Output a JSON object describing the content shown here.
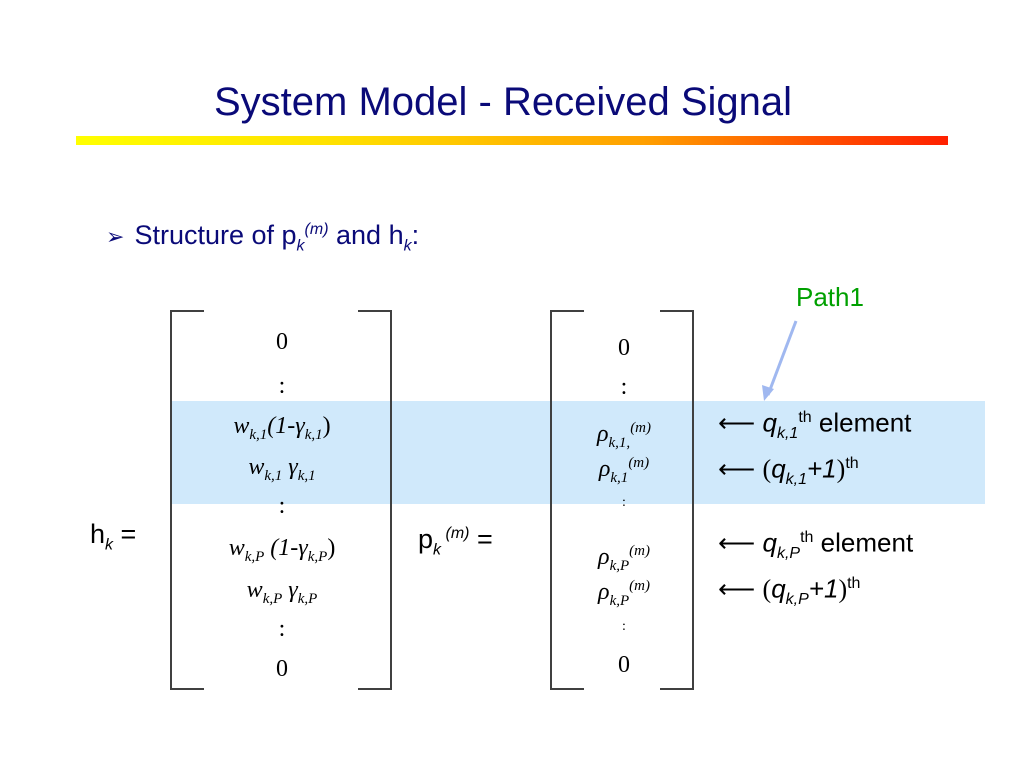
{
  "title": "System Model - Received Signal",
  "bullet": {
    "arrow": "➢",
    "text_before": "Structure of p",
    "p_sub": "k",
    "p_sup": "(m)",
    "text_mid": " and h",
    "h_sub": "k",
    "text_after": ":"
  },
  "hk_label": {
    "base": "h",
    "sub": "k",
    "eq": " ="
  },
  "pk_label": {
    "base": "p",
    "sub": "k",
    "sup": "(m)",
    "eq": " ="
  },
  "path_label": "Path1",
  "h_vector": {
    "r0": "0",
    "r1": ":",
    "r2": {
      "w": "w",
      "ws": "k,1",
      "open": "(1-",
      "g": "γ",
      "gs": "k,1",
      "close": ")"
    },
    "r3": {
      "w": "w",
      "ws": "k,1",
      "g": " γ",
      "gs": "k,1"
    },
    "r4": ":",
    "r5": {
      "w": "w",
      "ws": "k,P",
      "open": " (1-",
      "g": "γ",
      "gs": "k,P",
      "close": ")"
    },
    "r6": {
      "w": "w",
      "ws": "k,P",
      "g": " γ",
      "gs": "k,P"
    },
    "r7": ":",
    "r8": "0"
  },
  "p_vector": {
    "r0": "0",
    "r1": ":",
    "r2": {
      "rho": "ρ",
      "sub": "k,1,",
      "sup": "(m)"
    },
    "r3": {
      "rho": "ρ",
      "sub": "k,1",
      "sup": "(m)"
    },
    "r4": ":",
    "r5": {
      "rho": "ρ",
      "sub": "k,P",
      "sup": "(m)"
    },
    "r6": {
      "rho": "ρ",
      "sub": "k,P",
      "sup": "(m)"
    },
    "r7": ":",
    "r8": "0"
  },
  "annotations": [
    {
      "arrow": "⟵",
      "q": "q",
      "sub": "k,1",
      "sup": "th",
      "tail": " element"
    },
    {
      "arrow": "⟵",
      "open": "(",
      "q": "q",
      "sub": "k,1",
      "plus": "+1",
      "close": ")",
      "sup": "th"
    },
    {
      "arrow": "⟵",
      "q": "q",
      "sub": "k,P",
      "sup": "th",
      "tail": " element"
    },
    {
      "arrow": "⟵",
      "open": "(",
      "q": "q",
      "sub": "k,P",
      "plus": "+1",
      "close": ")",
      "sup": "th"
    }
  ],
  "colors": {
    "title": "#0a0a78",
    "highlight": "#d0e9fb",
    "path_label": "#00a000",
    "path_arrow": "#a0b8f0"
  }
}
